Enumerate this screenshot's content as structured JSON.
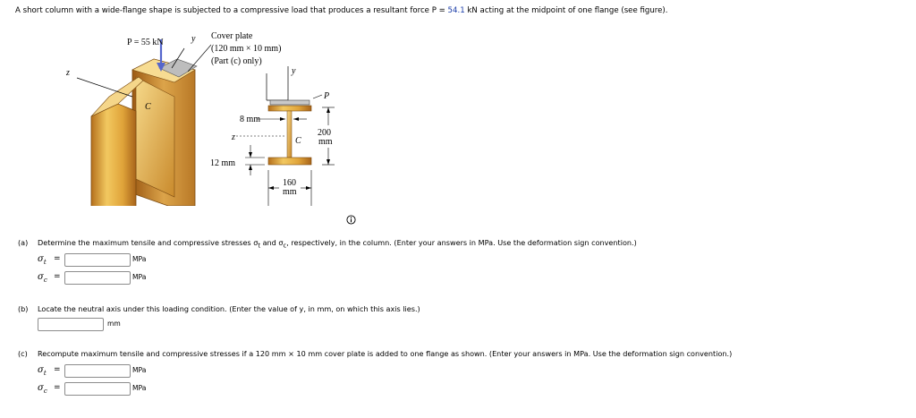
{
  "problem": {
    "pre": "A short column with a wide-flange shape is subjected to a compressive load that produces a resultant force P = ",
    "force": "54.1",
    "post": " kN acting at the midpoint of one flange (see figure)."
  },
  "figure": {
    "load": "P = 55 kN",
    "y_axis": "y",
    "z_axis": "z",
    "c_label": "C",
    "cover_plate_line1": "Cover plate",
    "cover_plate_line2": "(120 mm × 10 mm)",
    "cover_plate_line3": "(Part (c) only)",
    "section_y": "y",
    "section_p": "P",
    "section_z": "z",
    "section_c": "C",
    "dim_8mm": "8 mm",
    "dim_200": "200",
    "dim_200_unit": "mm",
    "dim_12mm": "12 mm",
    "dim_160": "160",
    "dim_160_unit": "mm"
  },
  "info_icon": "info-icon",
  "part_a": {
    "label": "(a)",
    "text_pre": "Determine the maximum tensile and compressive stresses σ",
    "sub_t": "t",
    "text_mid": " and σ",
    "sub_c": "c",
    "text_post": ", respectively, in the column. (Enter your answers in MPa. Use the deformation sign convention.)",
    "sigma_t_label": "σ",
    "sigma_t_sub": "t",
    "sigma_c_label": "σ",
    "sigma_c_sub": "c",
    "equals": "=",
    "sigma_t_value": "",
    "sigma_c_value": "",
    "unit": "MPa"
  },
  "part_b": {
    "label": "(b)",
    "text": "Locate the neutral axis under this loading condition. (Enter the value of y, in mm, on which this axis lies.)",
    "value": "",
    "unit": "mm"
  },
  "part_c": {
    "label": "(c)",
    "text": "Recompute maximum tensile and compressive stresses if a 120 mm × 10 mm cover plate is added to one flange as shown. (Enter your answers in MPa. Use the deformation sign convention.)",
    "sigma_t_label": "σ",
    "sigma_t_sub": "t",
    "sigma_c_label": "σ",
    "sigma_c_sub": "c",
    "equals": "=",
    "sigma_t_value": "",
    "sigma_c_value": "",
    "unit": "MPa"
  }
}
